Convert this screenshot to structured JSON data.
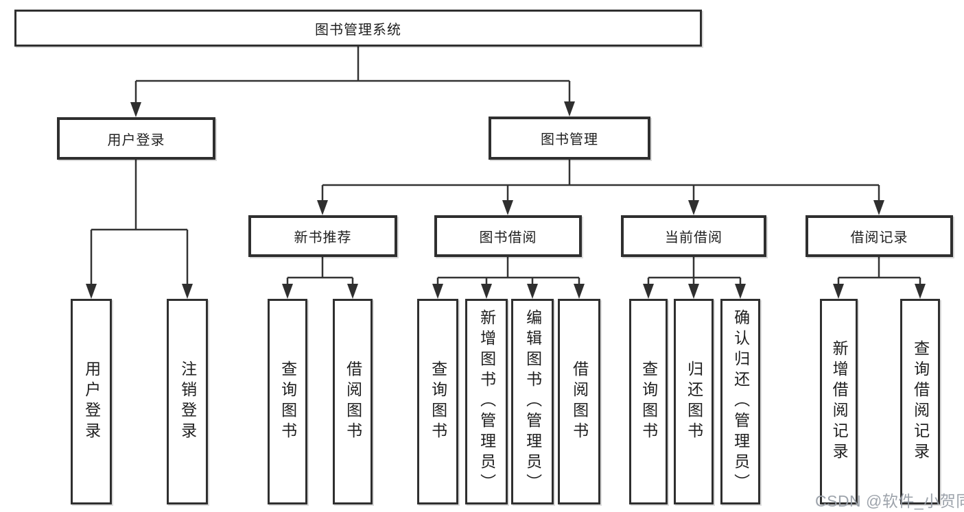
{
  "tree": {
    "label": "图书管理系统",
    "children": [
      {
        "label": "用户登录",
        "children": [
          {
            "label": "用户登录"
          },
          {
            "label": "注销登录"
          }
        ]
      },
      {
        "label": "图书管理",
        "children": [
          {
            "label": "新书推荐",
            "children": [
              {
                "label": "查询图书"
              },
              {
                "label": "借阅图书"
              }
            ]
          },
          {
            "label": "图书借阅",
            "children": [
              {
                "label": "查询图书"
              },
              {
                "label": "新增图书（管理员）"
              },
              {
                "label": "编辑图书（管理员）"
              },
              {
                "label": "借阅图书"
              }
            ]
          },
          {
            "label": "当前借阅",
            "children": [
              {
                "label": "查询图书"
              },
              {
                "label": "归还图书"
              },
              {
                "label": "确认归还（管理员）"
              }
            ]
          },
          {
            "label": "借阅记录",
            "children": [
              {
                "label": "新增借阅记录"
              },
              {
                "label": "查询借阅记录"
              }
            ]
          }
        ]
      }
    ]
  },
  "watermark": "CSDN @软件_小贺同学",
  "colors": {
    "line": "#333333",
    "arrow": "#2f2f2f",
    "box_border": "#2f2f2f",
    "text": "#1f1f1f",
    "background": "#ffffff",
    "watermark": "#989ea6"
  }
}
